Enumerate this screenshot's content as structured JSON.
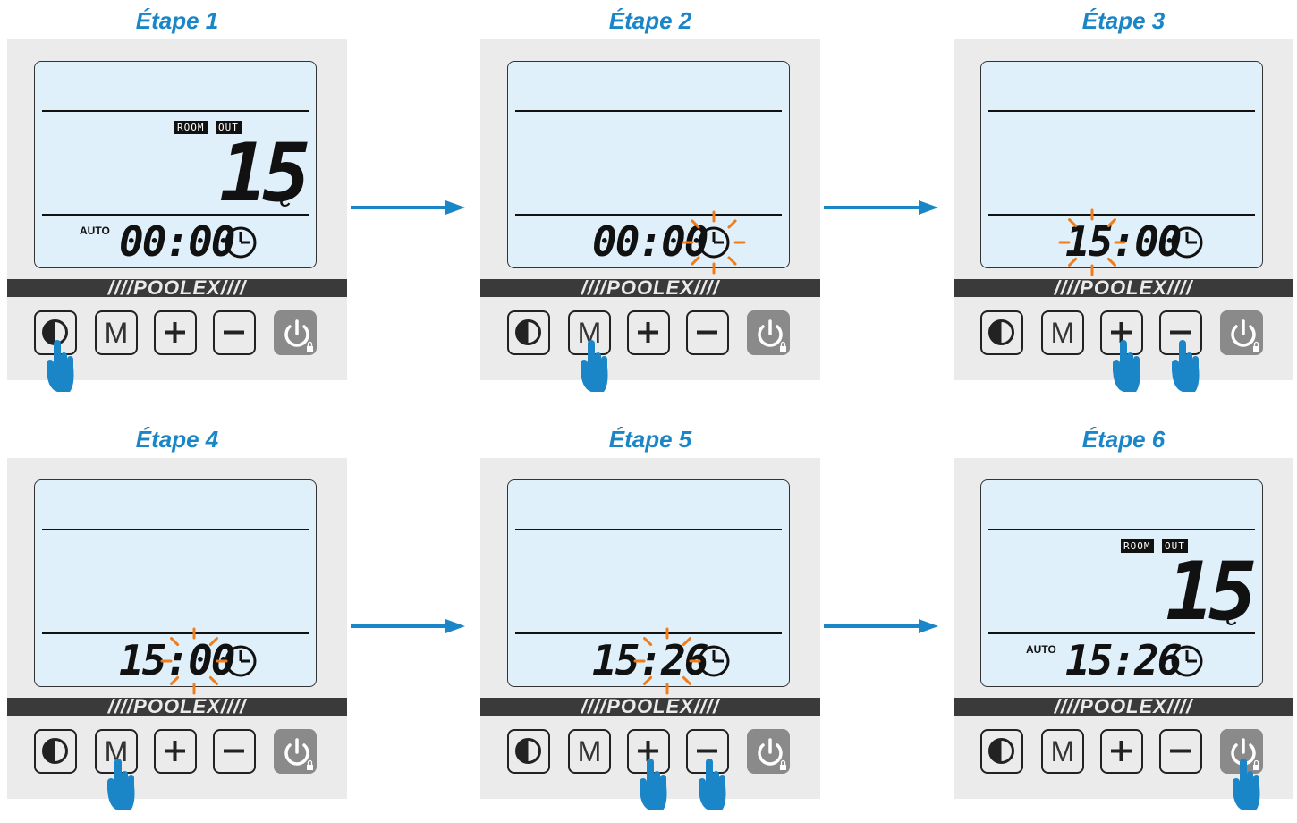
{
  "steps": [
    {
      "title": "Étape 1",
      "show_temp": true,
      "auto": "AUTO",
      "time": "00:00",
      "pressed": [
        "clock"
      ],
      "flash": "none"
    },
    {
      "title": "Étape 2",
      "show_temp": false,
      "auto": "",
      "time": "00:00",
      "pressed": [
        "mode"
      ],
      "flash": "clock"
    },
    {
      "title": "Étape 3",
      "show_temp": false,
      "auto": "",
      "time": "15:00",
      "pressed": [
        "plus",
        "minus"
      ],
      "flash": "hours"
    },
    {
      "title": "Étape 4",
      "show_temp": false,
      "auto": "",
      "time": "15:00",
      "pressed": [
        "mode"
      ],
      "flash": "minutes"
    },
    {
      "title": "Étape 5",
      "show_temp": false,
      "auto": "",
      "time": "15:26",
      "pressed": [
        "plus",
        "minus"
      ],
      "flash": "minutes"
    },
    {
      "title": "Étape 6",
      "show_temp": true,
      "auto": "AUTO",
      "time": "15:26",
      "pressed": [
        "power"
      ],
      "flash": "none"
    }
  ],
  "display": {
    "room_tag": "ROOM",
    "out_tag": "OUT",
    "temperature": "15",
    "unit": "°C"
  },
  "brand": "////POOLEX////",
  "buttons": {
    "mode_label": "M"
  },
  "colors": {
    "title": "#1a86c8",
    "arrow": "#1a86c8",
    "hand": "#1a86c8",
    "flash": "#f07c1a",
    "lcd": "#dff0fa"
  }
}
